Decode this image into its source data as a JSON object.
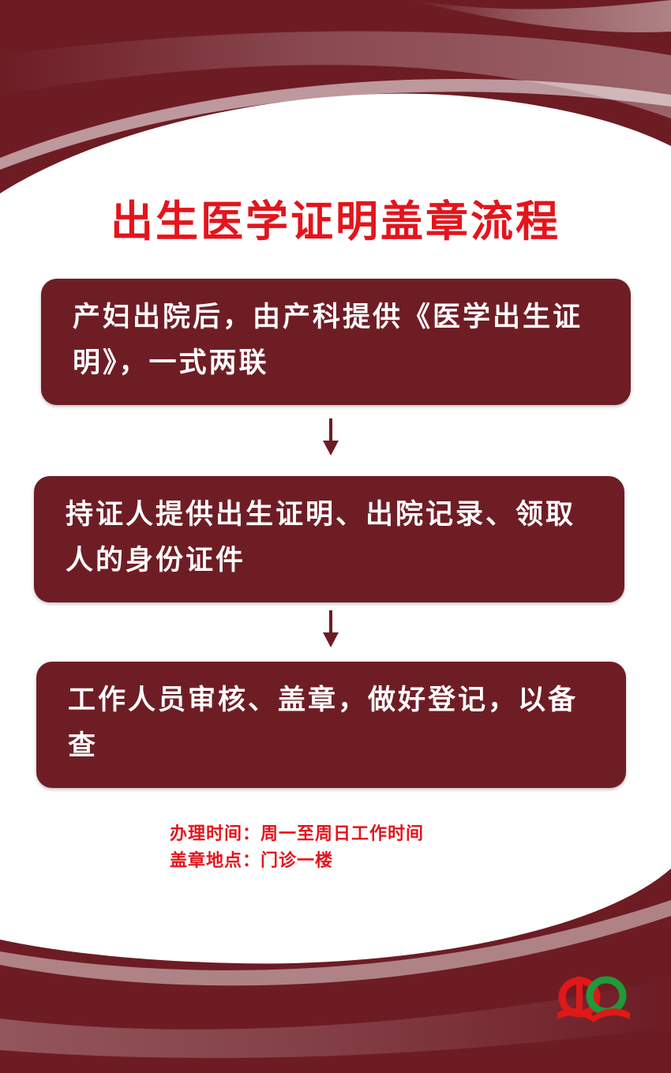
{
  "poster": {
    "title": "出生医学证明盖章流程",
    "steps": [
      {
        "text": "产妇出院后，由产科提供《医学出生证明》，一式两联"
      },
      {
        "text": "持证人提供出生证明、出院记录、领取人的身份证件"
      },
      {
        "text": "工作人员审核、盖章，做好登记，以备查"
      }
    ],
    "info": {
      "hours": "办理时间：周一至周日工作时间",
      "location": "盖章地点：门诊一楼"
    },
    "logo_icon": "hospital-logo-icon"
  },
  "colors": {
    "maroon": "#6d1c24",
    "title_red": "#e4141c",
    "step_text": "#ffffff"
  }
}
